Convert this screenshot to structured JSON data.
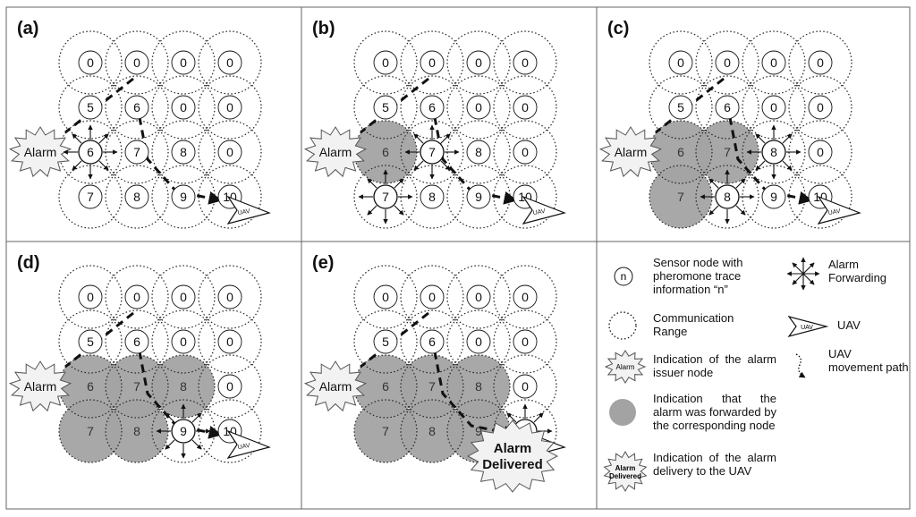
{
  "panels": [
    {
      "label": "(a)",
      "pheromone": [
        [
          "0",
          "0",
          "0",
          "0"
        ],
        [
          "5",
          "6",
          "0",
          "0"
        ],
        [
          "6",
          "7",
          "8",
          "0"
        ],
        [
          "7",
          "8",
          "9",
          "10"
        ]
      ],
      "forwarded": [],
      "forwarding": [
        [
          2,
          0
        ]
      ],
      "alarm_text": "Alarm",
      "delivered": false
    },
    {
      "label": "(b)",
      "pheromone": [
        [
          "0",
          "0",
          "0",
          "0"
        ],
        [
          "5",
          "6",
          "0",
          "0"
        ],
        [
          "6",
          "7",
          "8",
          "0"
        ],
        [
          "7",
          "8",
          "9",
          "10"
        ]
      ],
      "forwarded": [
        [
          2,
          0
        ]
      ],
      "forwarding": [
        [
          2,
          1
        ],
        [
          3,
          0
        ]
      ],
      "alarm_text": "Alarm",
      "delivered": false
    },
    {
      "label": "(c)",
      "pheromone": [
        [
          "0",
          "0",
          "0",
          "0"
        ],
        [
          "5",
          "6",
          "0",
          "0"
        ],
        [
          "6",
          "7",
          "8",
          "0"
        ],
        [
          "7",
          "8",
          "9",
          "10"
        ]
      ],
      "forwarded": [
        [
          2,
          0
        ],
        [
          2,
          1
        ],
        [
          3,
          0
        ]
      ],
      "forwarding": [
        [
          2,
          2
        ],
        [
          3,
          1
        ]
      ],
      "alarm_text": "Alarm",
      "delivered": false
    },
    {
      "label": "(d)",
      "pheromone": [
        [
          "0",
          "0",
          "0",
          "0"
        ],
        [
          "5",
          "6",
          "0",
          "0"
        ],
        [
          "6",
          "7",
          "8",
          "0"
        ],
        [
          "7",
          "8",
          "9",
          "10"
        ]
      ],
      "forwarded": [
        [
          2,
          0
        ],
        [
          2,
          1
        ],
        [
          2,
          2
        ],
        [
          3,
          0
        ],
        [
          3,
          1
        ]
      ],
      "forwarding": [
        [
          3,
          2
        ]
      ],
      "alarm_text": "Alarm",
      "delivered": false
    },
    {
      "label": "(e)",
      "pheromone": [
        [
          "0",
          "0",
          "0",
          "0"
        ],
        [
          "5",
          "6",
          "0",
          "0"
        ],
        [
          "6",
          "7",
          "8",
          "0"
        ],
        [
          "7",
          "8",
          "9",
          "10"
        ]
      ],
      "forwarded": [
        [
          2,
          0
        ],
        [
          2,
          1
        ],
        [
          2,
          2
        ],
        [
          3,
          0
        ],
        [
          3,
          1
        ],
        [
          3,
          2
        ]
      ],
      "forwarding": [
        [
          3,
          3
        ]
      ],
      "alarm_text": "Alarm",
      "delivered": true,
      "delivered_text": [
        "Alarm",
        "Delivered"
      ]
    }
  ],
  "uav_label": "UAV",
  "legend": {
    "sensor_node_symbol": "n",
    "sensor_node": "Sensor node with pheromone trace information “n”",
    "alarm_forwarding": "Alarm Forwarding",
    "communication_range": "Communication Range",
    "uav_icon_label": "UAV",
    "uav": "UAV",
    "alarm_issuer_icon_label": "Alarm",
    "alarm_issuer": "Indication of the alarm issuer node",
    "uav_path": "UAV movement path",
    "forwarded": "Indication that the alarm was forwarded by the corresponding node",
    "delivery_icon_label": [
      "Alarm",
      "Delivered"
    ],
    "delivery": "Indication of the alarm delivery to the UAV"
  },
  "colors": {
    "forwarded_fill": "#a3a3a3",
    "frame": "#666666",
    "starburst_fill": "#f2f2f2"
  }
}
